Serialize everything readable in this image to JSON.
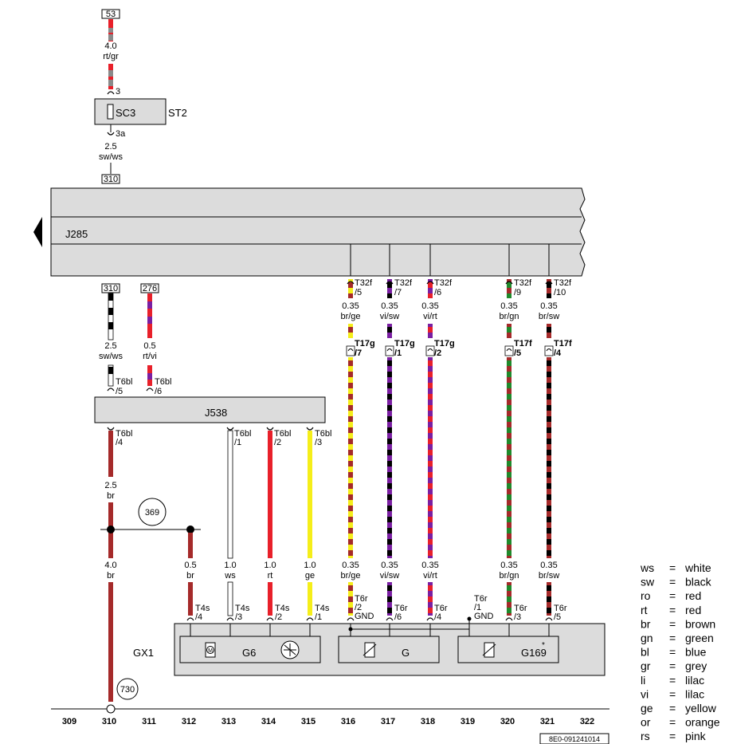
{
  "components": {
    "sc3": "SC3",
    "st2": "ST2",
    "j285": "J285",
    "j538": "J538",
    "gx1": "GX1",
    "g6": "G6",
    "g": "G",
    "g169": "G169"
  },
  "refs": {
    "ref_53": "53",
    "ref_310_top": "310",
    "ref_310_left": "310",
    "ref_276": "276",
    "circle_369": "369",
    "circle_730": "730"
  },
  "wires": {
    "w53": {
      "size": "4.0",
      "color": "rt/gr"
    },
    "wsc3": {
      "size": "2.5",
      "color": "sw/ws"
    },
    "w310": {
      "size": "2.5",
      "color": "sw/ws"
    },
    "w276": {
      "size": "0.5",
      "color": "rt/vi"
    },
    "w_br25": {
      "size": "2.5",
      "color": "br"
    },
    "w_br40": {
      "size": "4.0",
      "color": "br"
    },
    "w312": {
      "size": "0.5",
      "color": "br"
    },
    "w313": {
      "size": "1.0",
      "color": "ws"
    },
    "w314": {
      "size": "1.0",
      "color": "rt"
    },
    "w315": {
      "size": "1.0",
      "color": "ge"
    },
    "w316a": {
      "size": "0.35",
      "color": "br/ge"
    },
    "w317a": {
      "size": "0.35",
      "color": "vi/sw"
    },
    "w318a": {
      "size": "0.35",
      "color": "vi/rt"
    },
    "w320a": {
      "size": "0.35",
      "color": "br/gn"
    },
    "w321a": {
      "size": "0.35",
      "color": "br/sw"
    },
    "w316b": {
      "size": "0.35",
      "color": "br/ge"
    },
    "w317b": {
      "size": "0.35",
      "color": "vi/sw"
    },
    "w318b": {
      "size": "0.35",
      "color": "vi/rt"
    },
    "w320b": {
      "size": "0.35",
      "color": "br/gn"
    },
    "w321b": {
      "size": "0.35",
      "color": "br/sw"
    }
  },
  "pins": {
    "sc3_in": "3",
    "sc3_out": "3a",
    "t32f_5": {
      "conn": "T32f",
      "pin": "/5"
    },
    "t32f_7": {
      "conn": "T32f",
      "pin": "/7"
    },
    "t32f_6": {
      "conn": "T32f",
      "pin": "/6"
    },
    "t32f_9": {
      "conn": "T32f",
      "pin": "/9"
    },
    "t32f_10": {
      "conn": "T32f",
      "pin": "/10"
    },
    "t17g_7": {
      "conn": "T17g",
      "pin": "/7"
    },
    "t17g_1": {
      "conn": "T17g",
      "pin": "/1"
    },
    "t17g_2": {
      "conn": "T17g",
      "pin": "/2"
    },
    "t17f_5": {
      "conn": "T17f",
      "pin": "/5"
    },
    "t17f_4": {
      "conn": "T17f",
      "pin": "/4"
    },
    "t6bl_5": {
      "conn": "T6bl",
      "pin": "/5"
    },
    "t6bl_6": {
      "conn": "T6bl",
      "pin": "/6"
    },
    "t6bl_4": {
      "conn": "T6bl",
      "pin": "/4"
    },
    "t6bl_1": {
      "conn": "T6bl",
      "pin": "/1"
    },
    "t6bl_2": {
      "conn": "T6bl",
      "pin": "/2"
    },
    "t6bl_3": {
      "conn": "T6bl",
      "pin": "/3"
    },
    "t4s_4": {
      "conn": "T4s",
      "pin": "/4"
    },
    "t4s_3": {
      "conn": "T4s",
      "pin": "/3"
    },
    "t4s_2": {
      "conn": "T4s",
      "pin": "/2"
    },
    "t4s_1": {
      "conn": "T4s",
      "pin": "/1"
    },
    "t6r_2": {
      "conn": "T6r",
      "pin": "/2",
      "extra": "GND"
    },
    "t6r_6": {
      "conn": "T6r",
      "pin": "/6"
    },
    "t6r_4": {
      "conn": "T6r",
      "pin": "/4"
    },
    "t6r_1": {
      "conn": "T6r",
      "pin": "/1",
      "extra": "GND"
    },
    "t6r_3": {
      "conn": "T6r",
      "pin": "/3"
    },
    "t6r_5": {
      "conn": "T6r",
      "pin": "/5"
    }
  },
  "footer": {
    "columns": [
      "309",
      "310",
      "311",
      "312",
      "313",
      "314",
      "315",
      "316",
      "317",
      "318",
      "319",
      "320",
      "321",
      "322"
    ],
    "code": "8E0-091241014"
  },
  "legend": [
    {
      "code": "ws",
      "eq": "=",
      "name": "white"
    },
    {
      "code": "sw",
      "eq": "=",
      "name": "black"
    },
    {
      "code": "ro",
      "eq": "=",
      "name": "red"
    },
    {
      "code": "rt",
      "eq": "=",
      "name": "red"
    },
    {
      "code": "br",
      "eq": "=",
      "name": "brown"
    },
    {
      "code": "gn",
      "eq": "=",
      "name": "green"
    },
    {
      "code": "bl",
      "eq": "=",
      "name": "blue"
    },
    {
      "code": "gr",
      "eq": "=",
      "name": "grey"
    },
    {
      "code": "li",
      "eq": "=",
      "name": "lilac"
    },
    {
      "code": "vi",
      "eq": "=",
      "name": "lilac"
    },
    {
      "code": "ge",
      "eq": "=",
      "name": "yellow"
    },
    {
      "code": "or",
      "eq": "=",
      "name": "orange"
    },
    {
      "code": "rs",
      "eq": "=",
      "name": "pink"
    }
  ],
  "colors": {
    "red": "#e8202a",
    "grey": "#8a8a8a",
    "black": "#000000",
    "white": "#ffffff",
    "brown": "#a52a2a",
    "violet": "#7a1fa2",
    "yellow": "#f5ee1a",
    "green": "#1f8a2b",
    "box_fill": "#dcdcdc"
  }
}
